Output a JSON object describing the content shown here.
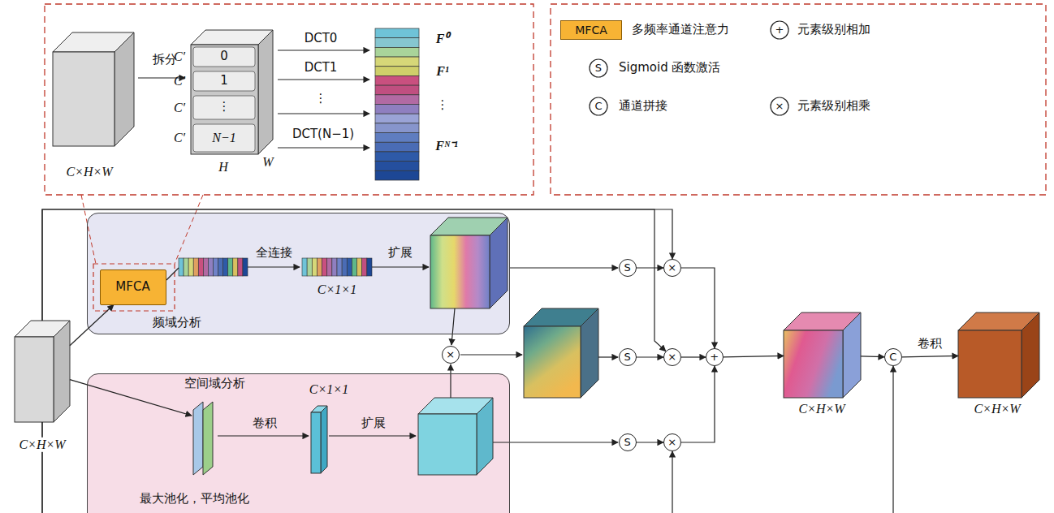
{
  "diagram": {
    "nodes": [
      {
        "text": [
          "频域分析"
        ]
      },
      {
        "text": [
          "MFCA"
        ],
        "in": 0
      },
      {
        "text": [
          "C×H×W"
        ]
      },
      {
        "text": [
          "空间域分析",
          "最大池化，平均池化"
        ]
      },
      {
        "text": [
          "S"
        ]
      },
      {
        "text": [
          "×"
        ]
      },
      {
        "text": [
          "×"
        ]
      },
      {
        "text": [
          "S"
        ]
      },
      {
        "text": [
          "×"
        ]
      },
      {
        "text": [
          "+"
        ]
      },
      {
        "text": [
          "S"
        ]
      },
      {
        "text": [
          "×"
        ]
      },
      {
        "text": [
          "C×H×W"
        ]
      },
      {
        "text": [
          "C"
        ]
      },
      {
        "text": [
          "C×H×W"
        ]
      }
    ],
    "edges": [
      {
        "from": 2,
        "to": 1,
        "arrow": "to"
      },
      {
        "from": 2,
        "to": 3,
        "arrow": "to"
      },
      {
        "from": 2,
        "to": 5,
        "arrow": "to"
      },
      {
        "from": 2,
        "to": 8,
        "arrow": "to"
      },
      {
        "from": 2,
        "to": 11,
        "arrow": "to"
      },
      {
        "from": 2,
        "to": 13,
        "arrow": "to"
      },
      {
        "from": 4,
        "to": 5,
        "arrow": "to"
      },
      {
        "from": 7,
        "to": 8,
        "arrow": "to"
      },
      {
        "from": 10,
        "to": 11,
        "arrow": "to"
      },
      {
        "from": 5,
        "to": 9,
        "arrow": "to"
      },
      {
        "from": 8,
        "to": 9,
        "arrow": "to"
      },
      {
        "from": 11,
        "to": 9,
        "arrow": "to"
      },
      {
        "from": 9,
        "to": 12,
        "arrow": "to"
      },
      {
        "from": 12,
        "to": 13,
        "arrow": "to"
      },
      {
        "from": 13,
        "to": 14,
        "label": "卷积",
        "arrow": "to"
      }
    ],
    "labels": [
      "C×H×W",
      "拆分",
      "C′",
      "C′",
      "C′",
      "C′",
      "0",
      "1",
      "⋮",
      "N−1",
      "H",
      "W",
      "DCT0",
      "DCT1",
      "⋮",
      "DCT(N−1)",
      "F⁰",
      "F¹",
      "⋮",
      "Fᴺ⁻¹",
      "MFCA",
      "+",
      "S",
      "C",
      "×",
      "全连接",
      "C×1×1",
      "扩展",
      "C×1×1",
      "卷积",
      "扩展"
    ],
    "legend": [
      {
        "text": "多频率通道注意力",
        "color": "#f7b334"
      },
      {
        "text": "元素级别相加"
      },
      {
        "text": "Sigmoid 函数激活"
      },
      {
        "text": "通道拼接"
      },
      {
        "text": "元素级别相乘"
      }
    ]
  }
}
